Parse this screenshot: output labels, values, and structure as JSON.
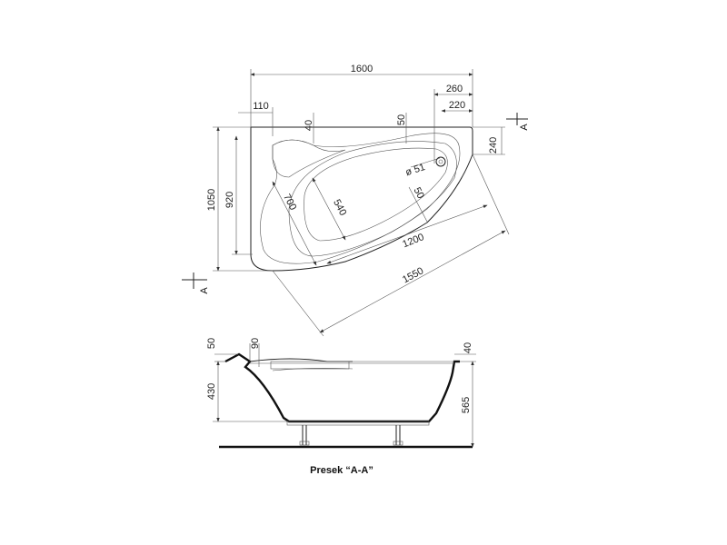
{
  "plan": {
    "dims": {
      "d1600": "1600",
      "d110": "110",
      "d40": "40",
      "d50_top": "50",
      "d260": "260",
      "d220": "220",
      "d240": "240",
      "d1050": "1050",
      "d920": "920",
      "d700": "700",
      "d540": "540",
      "d51": "ø 51",
      "d50_drain": "50",
      "d1200": "1200",
      "d1550": "1550"
    },
    "section_marks": [
      "A",
      "A"
    ]
  },
  "section": {
    "dims": {
      "d50": "50",
      "d90": "90",
      "d430": "430",
      "d40": "40",
      "d565": "565"
    },
    "caption": "Presek “A-A”"
  }
}
